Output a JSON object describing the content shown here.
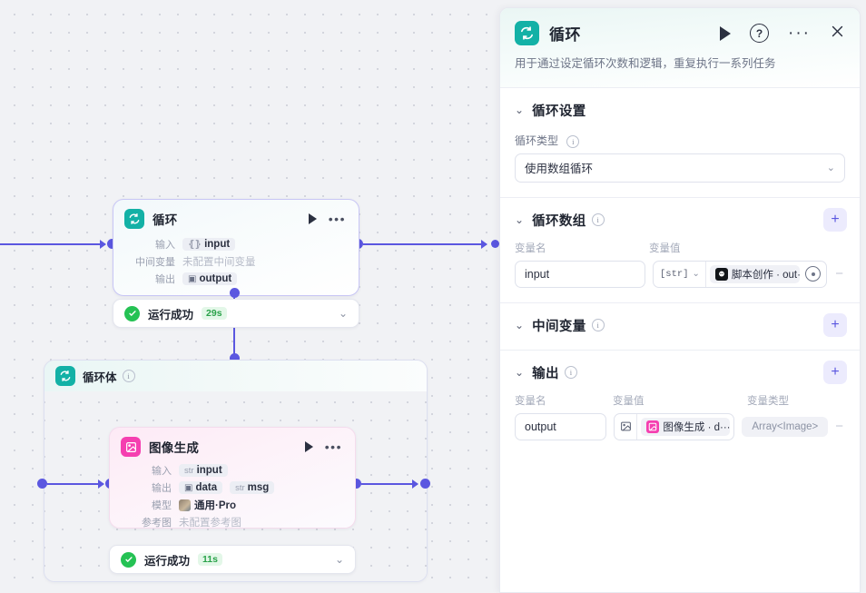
{
  "canvas": {
    "loop_node": {
      "icon": "loop-icon",
      "title": "循环",
      "rows": [
        {
          "label": "输入",
          "type": "[x]",
          "value": "input",
          "kind": "chip"
        },
        {
          "label": "中间变量",
          "value": "未配置中间变量",
          "kind": "muted"
        },
        {
          "label": "输出",
          "type": "[-]",
          "value": "output",
          "kind": "chip"
        }
      ],
      "status": {
        "text": "运行成功",
        "duration": "29s",
        "icon": "check-circle-icon"
      }
    },
    "loop_body": {
      "icon": "loop-icon",
      "title": "循环体",
      "node": {
        "icon": "image-icon",
        "title": "图像生成",
        "rows": [
          {
            "label": "输入",
            "chips": [
              {
                "type": "str",
                "value": "input"
              }
            ]
          },
          {
            "label": "输出",
            "chips": [
              {
                "type": "img",
                "value": "data"
              },
              {
                "type": "str",
                "value": "msg"
              }
            ]
          },
          {
            "label": "模型",
            "model": "通用·Pro"
          },
          {
            "label": "参考图",
            "muted": "未配置参考图"
          }
        ],
        "status": {
          "text": "运行成功",
          "duration": "11s",
          "icon": "check-circle-icon"
        }
      }
    }
  },
  "panel": {
    "icon": "loop-icon",
    "title": "循环",
    "description": "用于通过设定循环次数和逻辑，重复执行一系列任务",
    "actions": {
      "run": "run-icon",
      "help": "?",
      "more": "···",
      "close": "×"
    },
    "sections": {
      "settings": {
        "title": "循环设置",
        "field_label": "循环类型",
        "select_value": "使用数组循环"
      },
      "array": {
        "title": "循环数组",
        "add_label": "+",
        "col_name": "变量名",
        "col_value": "变量值",
        "row": {
          "name": "input",
          "type": "[str]",
          "ref_source": "脚本创作 · out···",
          "remove_label": "−"
        }
      },
      "intermediate": {
        "title": "中间变量",
        "add_label": "+"
      },
      "output": {
        "title": "输出",
        "add_label": "+",
        "col_name": "变量名",
        "col_value": "变量值",
        "col_type": "变量类型",
        "row": {
          "name": "output",
          "ref_source": "图像生成 · d···",
          "type": "Array<Image>",
          "remove_label": "−"
        }
      }
    }
  },
  "colors": {
    "loop_teal": "#13b1a6",
    "image_pink": "#f53fb0",
    "edge_purple": "#5b57e0",
    "success_green": "#25c254"
  }
}
